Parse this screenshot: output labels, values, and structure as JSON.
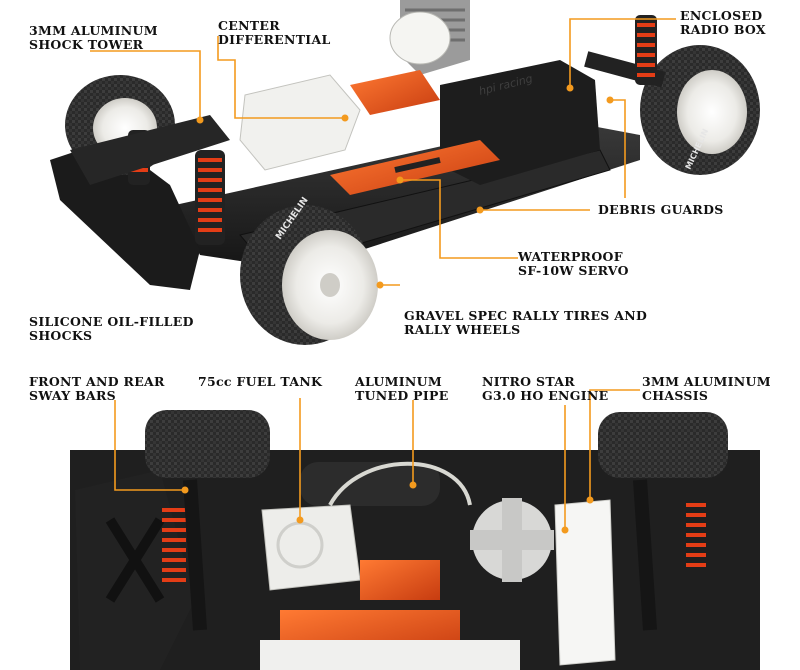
{
  "callouts_top": [
    {
      "id": "shock-tower",
      "lines": [
        "3MM ALUMINUM",
        "SHOCK TOWER"
      ]
    },
    {
      "id": "center-diff",
      "lines": [
        "CENTER",
        "DIFFERENTIAL"
      ]
    },
    {
      "id": "radio-box",
      "lines": [
        "ENCLOSED",
        "RADIO BOX"
      ]
    },
    {
      "id": "debris-guards",
      "lines": [
        "DEBRIS GUARDS"
      ]
    },
    {
      "id": "servo",
      "lines": [
        "WATERPROOF",
        "SF-10W SERVO"
      ]
    },
    {
      "id": "shocks",
      "lines": [
        "SILICONE OIL-FILLED",
        "SHOCKS"
      ]
    },
    {
      "id": "tires",
      "lines": [
        "GRAVEL SPEC RALLY TIRES AND",
        "RALLY WHEELS"
      ]
    }
  ],
  "callouts_bottom": [
    {
      "id": "sway-bars",
      "lines": [
        "FRONT AND REAR",
        "SWAY BARS"
      ]
    },
    {
      "id": "fuel-tank",
      "lines": [
        "75cc FUEL TANK"
      ]
    },
    {
      "id": "tuned-pipe",
      "lines": [
        "ALUMINUM",
        "TUNED PIPE"
      ]
    },
    {
      "id": "engine",
      "lines": [
        "NITRO STAR",
        "G3.0 HO ENGINE"
      ]
    },
    {
      "id": "chassis",
      "lines": [
        "3MM ALUMINUM",
        "CHASSIS"
      ]
    }
  ],
  "product_markings": {
    "tire_brand": "MICHELIN",
    "radio_box_brand": "hpi racing"
  },
  "colors": {
    "leader": "#f39a1e",
    "chassis_black": "#1e1e1e",
    "anodized_orange": "#e8531b",
    "wheel_white": "#f2f2f0"
  }
}
